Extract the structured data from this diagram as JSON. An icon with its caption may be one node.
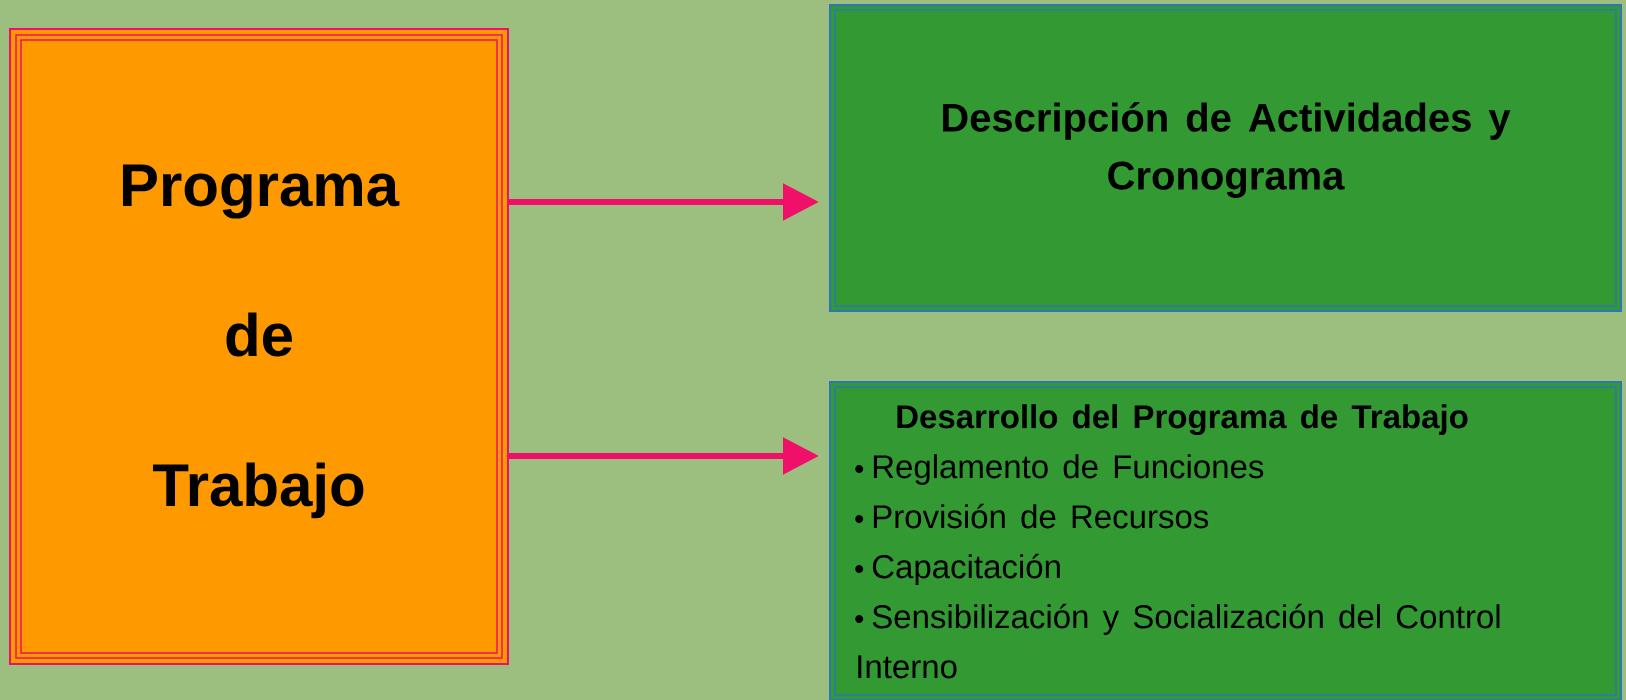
{
  "diagram": {
    "nodes": [
      {
        "text": [
          "Programa de Trabajo"
        ]
      },
      {
        "text": [
          "Descripción de Actividades y Cronograma"
        ]
      },
      {
        "text": [
          "Desarrollo del Programa de Trabajo",
          "Reglamento de Funciones",
          "Provisión de Recursos",
          "Capacitación",
          "Sensibilización y Socialización del Control Interno"
        ]
      }
    ],
    "edges": [
      {
        "from": 0,
        "to": 1,
        "arrow": "to"
      },
      {
        "from": 0,
        "to": 2,
        "arrow": "to"
      }
    ]
  }
}
